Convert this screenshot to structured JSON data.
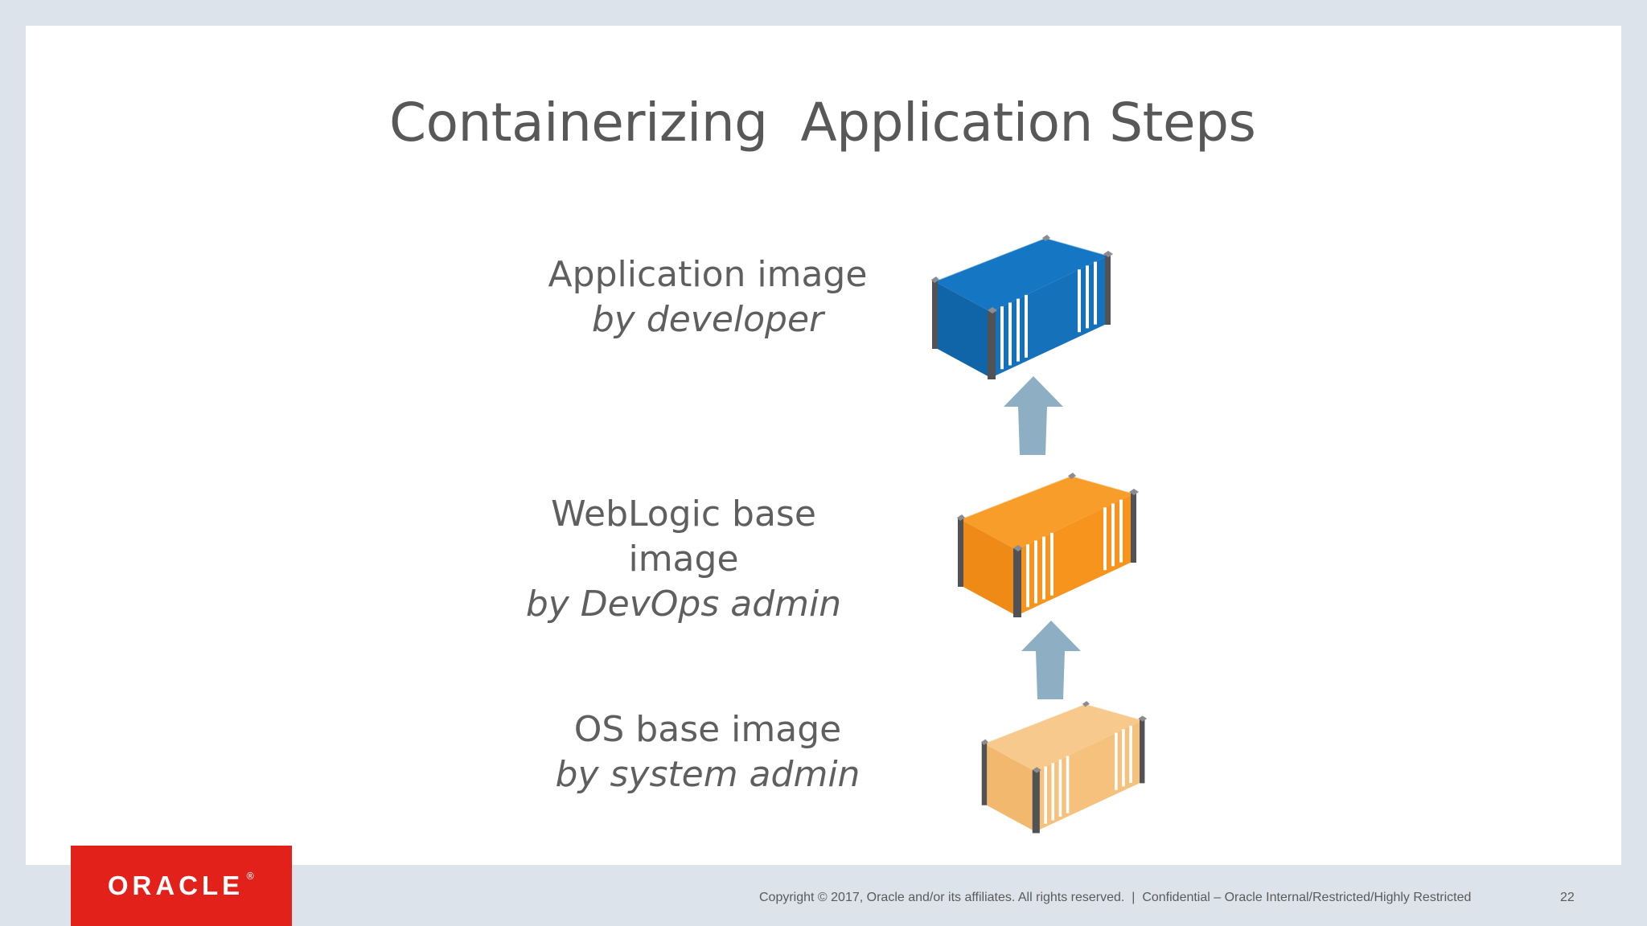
{
  "slide": {
    "title": "Containerizing  Application Steps",
    "layers": [
      {
        "name": "Application image",
        "by": "by developer",
        "color": "#1471ba",
        "color_top": "#1577c4",
        "color_side": "#0f65a8"
      },
      {
        "name": "WebLogic base image",
        "by": "by DevOps admin",
        "color": "#f7941e",
        "color_top": "#f89c2a",
        "color_side": "#ee8a15"
      },
      {
        "name": "OS base image",
        "by": "by system admin",
        "color": "#f6c07d",
        "color_top": "#f8c98c",
        "color_side": "#f2b86e"
      }
    ],
    "arrow_color": "#8eaec4"
  },
  "footer": {
    "logo": "ORACLE",
    "copyright": "Copyright © 2017, Oracle and/or its affiliates. All rights reserved.  |  Confidential – Oracle Internal/Restricted/Highly Restricted",
    "page_number": "22"
  }
}
